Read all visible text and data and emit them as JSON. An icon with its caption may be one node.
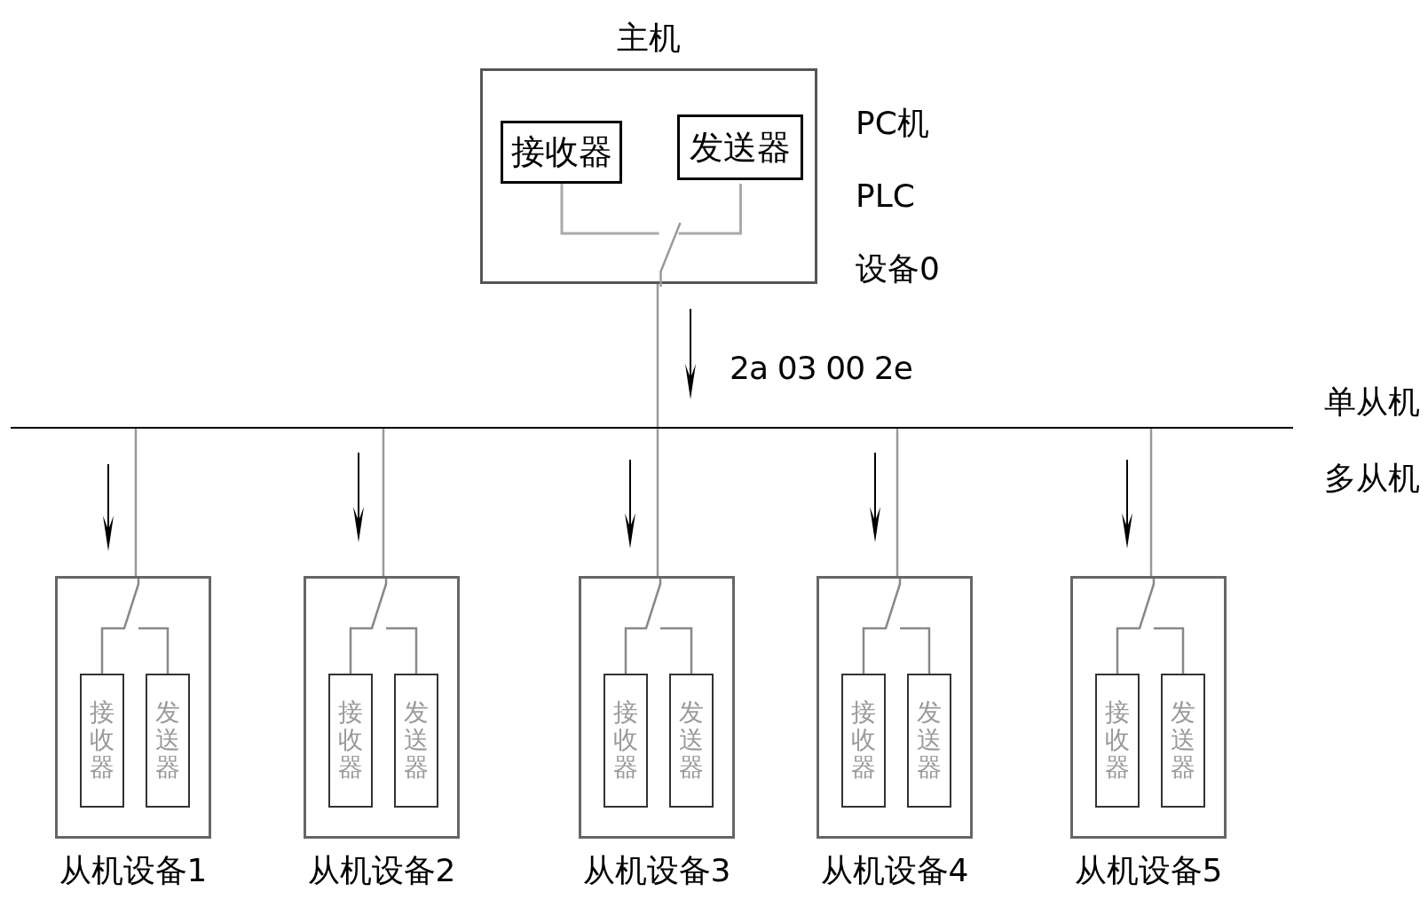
{
  "diagram": {
    "nodes": [
      {
        "text": [
          "主机"
        ],
        "beside": [
          "PC机",
          "PLC",
          "设备0"
        ]
      },
      {
        "text": [
          "接收器"
        ],
        "in": 0
      },
      {
        "text": [
          "发送器"
        ],
        "in": 0
      },
      {
        "text": [],
        "shape": "bar"
      },
      {
        "text": [
          "从机设备1"
        ]
      },
      {
        "text": [
          "接收器"
        ],
        "in": 4
      },
      {
        "text": [
          "发送器"
        ],
        "in": 4
      },
      {
        "text": [
          "从机设备2"
        ]
      },
      {
        "text": [
          "接收器"
        ],
        "in": 7
      },
      {
        "text": [
          "发送器"
        ],
        "in": 7
      },
      {
        "text": [
          "从机设备3"
        ]
      },
      {
        "text": [
          "接收器"
        ],
        "in": 10
      },
      {
        "text": [
          "发送器"
        ],
        "in": 10
      },
      {
        "text": [
          "从机设备4"
        ]
      },
      {
        "text": [
          "接收器"
        ],
        "in": 13
      },
      {
        "text": [
          "发送器"
        ],
        "in": 13
      },
      {
        "text": [
          "从机设备5"
        ]
      },
      {
        "text": [
          "接收器"
        ],
        "in": 16
      },
      {
        "text": [
          "发送器"
        ],
        "in": 16
      }
    ],
    "edges": [
      {
        "from": 0,
        "to": 3,
        "arrow": "none"
      },
      {
        "from": 3,
        "to": 4,
        "arrow": "none"
      },
      {
        "from": 3,
        "to": 7,
        "arrow": "none"
      },
      {
        "from": 3,
        "to": 10,
        "arrow": "none"
      },
      {
        "from": 3,
        "to": 13,
        "arrow": "none"
      },
      {
        "from": 3,
        "to": 16,
        "arrow": "none"
      }
    ],
    "labels": [
      "2a 03 00 2e",
      "单从机",
      "多从机"
    ]
  }
}
